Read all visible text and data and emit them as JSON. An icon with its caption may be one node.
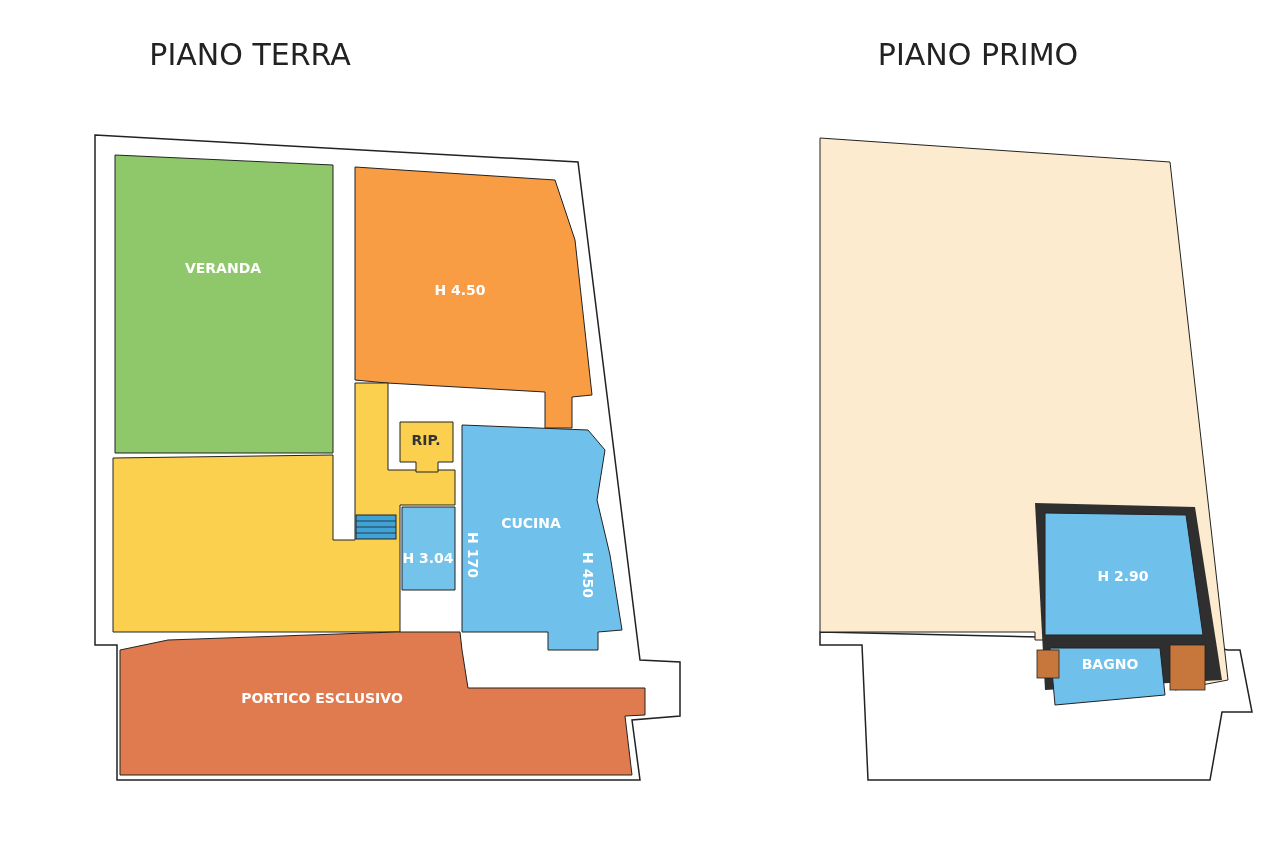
{
  "diagram": {
    "nodes": [
      {
        "text": [
          "VERANDA"
        ]
      },
      {
        "text": [
          "H 4.50"
        ]
      },
      {
        "text": [
          "RIP."
        ]
      },
      {
        "text": [],
        "shape": "box"
      },
      {
        "text": [
          "H 3.04"
        ]
      },
      {
        "text": [
          "CUCINA",
          "H 450"
        ]
      },
      {
        "text": [
          "PORTICO ESCLUSIVO"
        ]
      },
      {
        "text": [],
        "shape": "box"
      },
      {
        "text": [
          "H 2.90"
        ],
        "in": 7
      },
      {
        "text": [
          "BAGNO"
        ]
      }
    ],
    "labels": [
      "PIANO TERRA",
      "PIANO PRIMO",
      "H 170"
    ]
  }
}
